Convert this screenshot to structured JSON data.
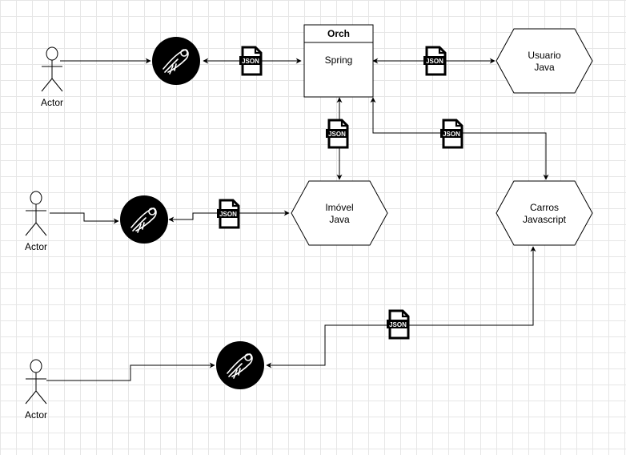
{
  "orch": {
    "title": "Orch",
    "body": "Spring"
  },
  "services": {
    "usuario": "Usuario\nJava",
    "imovel": "Imóvel\nJava",
    "carros": "Carros\nJavascript"
  },
  "actors": [
    {
      "label": "Actor"
    },
    {
      "label": "Actor"
    },
    {
      "label": "Actor"
    }
  ],
  "json_badge": "JSON",
  "icons": {
    "client": "postman-icon",
    "payload": "json-file-icon"
  },
  "colors": {
    "line": "#000000",
    "client_fill": "#000000",
    "box_fill": "#ffffff"
  }
}
